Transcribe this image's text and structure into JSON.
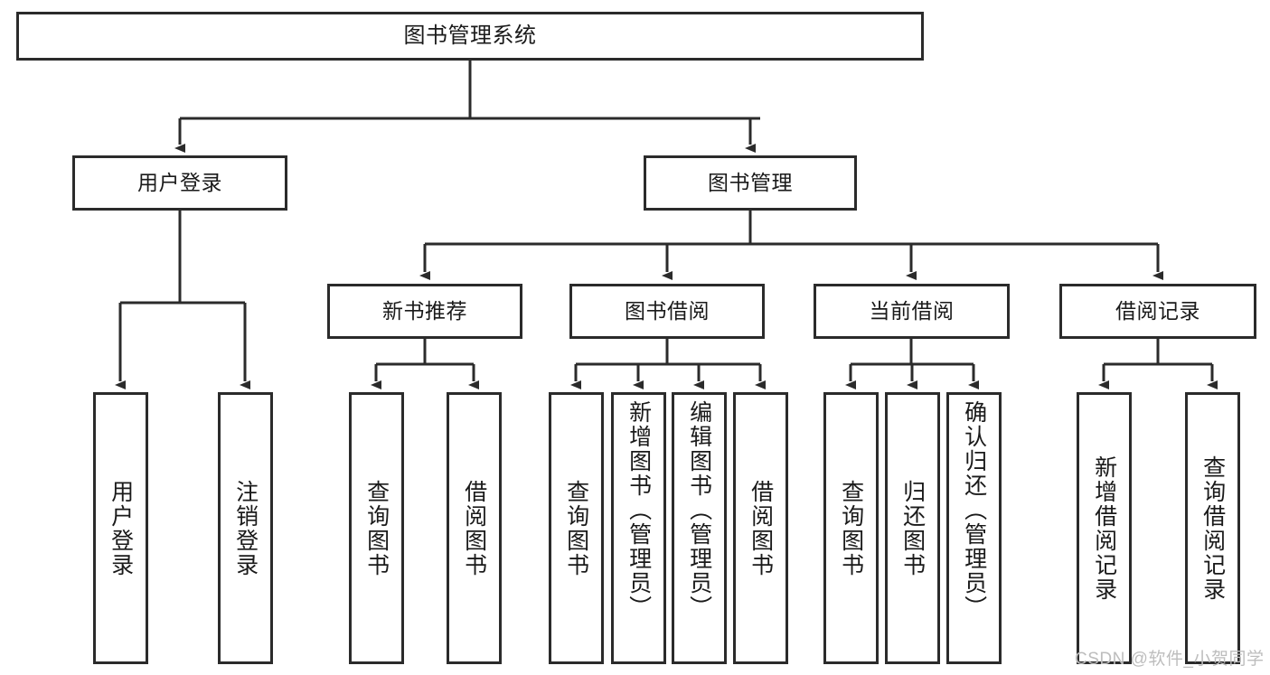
{
  "diagram": {
    "type": "tree-hierarchy-chart",
    "title": "图书管理系统",
    "colors": {
      "stroke": "#2b2b2b",
      "fill": "#ffffff",
      "text": "#1a1a1a",
      "watermark": "#bdbdbd"
    },
    "levels": {
      "level1": [
        "图书管理系统"
      ],
      "level2": [
        "用户登录",
        "图书管理"
      ],
      "level3": [
        "新书推荐",
        "图书借阅",
        "当前借阅",
        "借阅记录"
      ],
      "level4": [
        "用户登录",
        "注销登录",
        "查询图书",
        "借阅图书",
        "查询图书",
        "新增图书（管理员）",
        "编辑图书（管理员）",
        "借阅图书",
        "查询图书",
        "归还图书",
        "确认归还（管理员）",
        "新增借阅记录",
        "查询借阅记录"
      ]
    },
    "nodes": {
      "root": {
        "label": "图书管理系统"
      },
      "user_login": {
        "label": "用户登录"
      },
      "book_mgmt": {
        "label": "图书管理"
      },
      "new_book_rec": {
        "label": "新书推荐"
      },
      "book_borrow": {
        "label": "图书借阅"
      },
      "current_borrow": {
        "label": "当前借阅"
      },
      "borrow_record": {
        "label": "借阅记录"
      },
      "leaf_user_login": {
        "label": "用户登录"
      },
      "leaf_logout": {
        "label": "注销登录"
      },
      "leaf_query_book_a": {
        "label": "查询图书"
      },
      "leaf_borrow_book_a": {
        "label": "借阅图书"
      },
      "leaf_query_book_b": {
        "label": "查询图书"
      },
      "leaf_add_book_admin": {
        "label": "新增图书（管理员）"
      },
      "leaf_edit_book_admin": {
        "label": "编辑图书（管理员）"
      },
      "leaf_borrow_book_b": {
        "label": "借阅图书"
      },
      "leaf_query_book_c": {
        "label": "查询图书"
      },
      "leaf_return_book": {
        "label": "归还图书"
      },
      "leaf_confirm_return_admin": {
        "label": "确认归还（管理员）"
      },
      "leaf_add_borrow_record": {
        "label": "新增借阅记录"
      },
      "leaf_query_borrow_record": {
        "label": "查询借阅记录"
      }
    },
    "edges": [
      {
        "from": "root",
        "to": "user_login"
      },
      {
        "from": "root",
        "to": "book_mgmt"
      },
      {
        "from": "user_login",
        "to": "leaf_user_login"
      },
      {
        "from": "user_login",
        "to": "leaf_logout"
      },
      {
        "from": "book_mgmt",
        "to": "new_book_rec"
      },
      {
        "from": "book_mgmt",
        "to": "book_borrow"
      },
      {
        "from": "book_mgmt",
        "to": "current_borrow"
      },
      {
        "from": "book_mgmt",
        "to": "borrow_record"
      },
      {
        "from": "new_book_rec",
        "to": "leaf_query_book_a"
      },
      {
        "from": "new_book_rec",
        "to": "leaf_borrow_book_a"
      },
      {
        "from": "book_borrow",
        "to": "leaf_query_book_b"
      },
      {
        "from": "book_borrow",
        "to": "leaf_add_book_admin"
      },
      {
        "from": "book_borrow",
        "to": "leaf_edit_book_admin"
      },
      {
        "from": "book_borrow",
        "to": "leaf_borrow_book_b"
      },
      {
        "from": "current_borrow",
        "to": "leaf_query_book_c"
      },
      {
        "from": "current_borrow",
        "to": "leaf_return_book"
      },
      {
        "from": "current_borrow",
        "to": "leaf_confirm_return_admin"
      },
      {
        "from": "borrow_record",
        "to": "leaf_add_borrow_record"
      },
      {
        "from": "borrow_record",
        "to": "leaf_query_borrow_record"
      }
    ]
  },
  "watermark": {
    "text": "CSDN @软件_小贺同学"
  }
}
